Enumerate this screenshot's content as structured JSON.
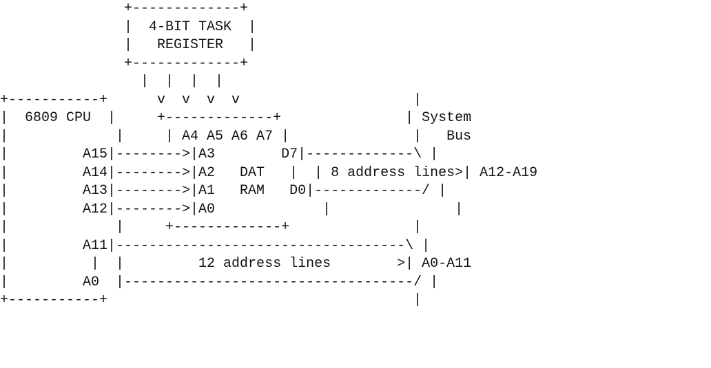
{
  "diagram": {
    "lines": [
      "               +-------------+",
      "               |  4-BIT TASK  |",
      "               |   REGISTER   |",
      "               +-------------+",
      "                 |  |  |  |",
      "+-----------+      v  v  v  v                     |",
      "|  6809 CPU  |     +-------------+               | System",
      "|             |     | A4 A5 A6 A7 |               |   Bus",
      "|         A15|-------->|A3        D7|-------------\\ |",
      "|         A14|-------->|A2   DAT   |  | 8 address lines>| A12-A19",
      "|         A13|-------->|A1   RAM   D0|-------------/ |",
      "|         A12|-------->|A0             |               |",
      "|             |     +-------------+               |",
      "|         A11|-----------------------------------\\ |",
      "|          |  |         12 address lines        >| A0-A11",
      "|         A0  |-----------------------------------/ |",
      "+-----------+                                     |"
    ]
  }
}
